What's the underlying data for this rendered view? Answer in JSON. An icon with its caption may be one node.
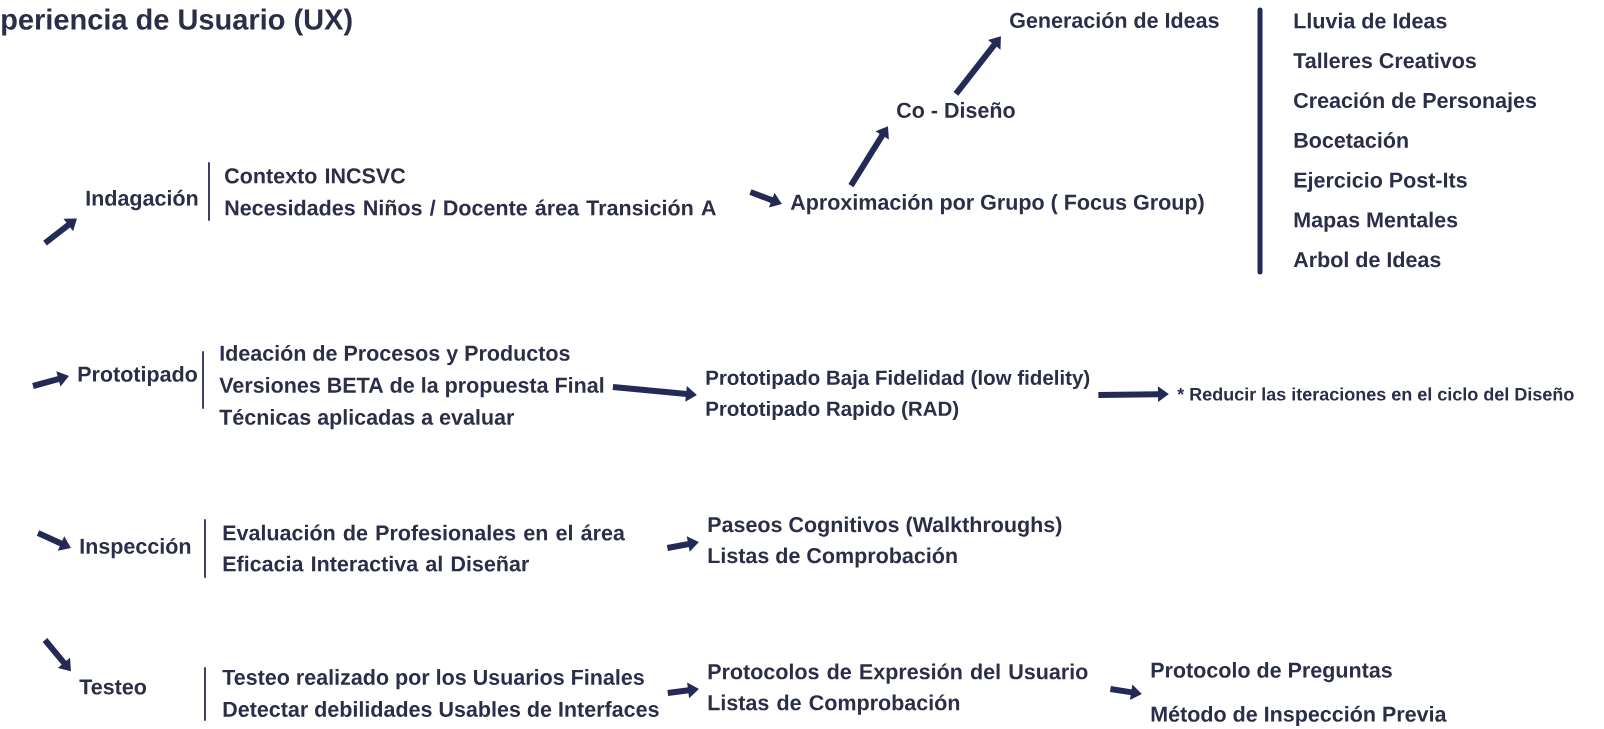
{
  "diagram": {
    "title": "periencia de Usuario (UX)",
    "nodes": [
      {
        "text": [
          "Indagación"
        ]
      },
      {
        "text": [
          "Contexto INCSVC",
          "Necesidades Niños / Docente área Transición A"
        ]
      },
      {
        "text": [
          "Aproximación por Grupo ( Focus Group)"
        ]
      },
      {
        "text": [
          "Co - Diseño"
        ]
      },
      {
        "text": [
          "Generación de Ideas"
        ]
      },
      {
        "text": [
          "Lluvia de Ideas",
          "Talleres Creativos",
          "Creación de Personajes",
          "Bocetación",
          "Ejercicio Post-Its",
          "Mapas Mentales",
          "Arbol de Ideas"
        ]
      },
      {
        "text": [
          "Prototipado"
        ]
      },
      {
        "text": [
          "Ideación de Procesos y Productos",
          "Versiones BETA de la propuesta Final",
          "Técnicas aplicadas a evaluar"
        ]
      },
      {
        "text": [
          "Prototipado Baja Fidelidad (low fidelity)",
          "Prototipado Rapido (RAD)"
        ]
      },
      {
        "text": [
          "* Reducir las iteraciones en el ciclo del Diseño"
        ]
      },
      {
        "text": [
          "Inspección"
        ]
      },
      {
        "text": [
          "Evaluación de Profesionales en el área",
          "Eficacia Interactiva al Diseñar"
        ]
      },
      {
        "text": [
          "Paseos Cognitivos (Walkthroughs)",
          "Listas de Comprobación"
        ]
      },
      {
        "text": [
          "Testeo"
        ]
      },
      {
        "text": [
          "Testeo realizado por los Usuarios Finales",
          "Detectar debilidades Usables de Interfaces"
        ]
      },
      {
        "text": [
          "Protocolos de Expresión del Usuario",
          "Listas de Comprobación"
        ]
      },
      {
        "text": [
          "Protocolo de Preguntas",
          "Método de Inspección Previa"
        ]
      }
    ],
    "edges": [
      {
        "from": null,
        "to": 0,
        "arrow": "to"
      },
      {
        "from": 1,
        "to": 2,
        "arrow": "to"
      },
      {
        "from": 2,
        "to": 3,
        "arrow": "to"
      },
      {
        "from": 3,
        "to": 4,
        "arrow": "to"
      },
      {
        "from": null,
        "to": 6,
        "arrow": "to"
      },
      {
        "from": 7,
        "to": 8,
        "arrow": "to"
      },
      {
        "from": 8,
        "to": 9,
        "arrow": "to"
      },
      {
        "from": null,
        "to": 10,
        "arrow": "to"
      },
      {
        "from": 11,
        "to": 12,
        "arrow": "to"
      },
      {
        "from": null,
        "to": 13,
        "arrow": "to"
      },
      {
        "from": 14,
        "to": 15,
        "arrow": "to"
      },
      {
        "from": 15,
        "to": 16,
        "arrow": "to"
      }
    ]
  }
}
